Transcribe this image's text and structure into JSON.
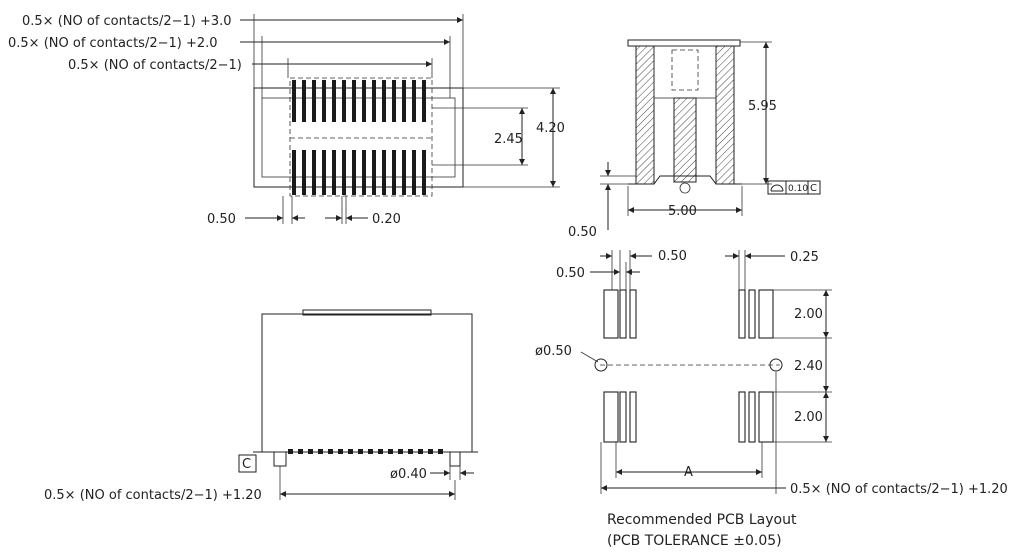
{
  "top_view": {
    "dim_pitch_plus3": "0.5× (NO of contacts/2−1) +3.0",
    "dim_pitch_plus2": "0.5× (NO of contacts/2−1) +2.0",
    "dim_pitch": "0.5× (NO of contacts/2−1)",
    "dim_inner_height": "2.45",
    "dim_outer_height": "4.20",
    "dim_pin_pitch": "0.50",
    "dim_pin_width": "0.20"
  },
  "side_view": {
    "dim_height": "5.95",
    "dim_width": "5.00",
    "dim_standoff": "0.50",
    "flatness_tolerance": "0.10",
    "flatness_datum": "C"
  },
  "front_view": {
    "datum_label": "C",
    "dim_post_diameter": "ø0.40",
    "dim_post_span": "0.5× (NO of contacts/2−1) +1.20"
  },
  "pcb_layout": {
    "dim_pad_pitch": "0.50",
    "dim_pad_gap": "0.50",
    "dim_pad_width": "0.25",
    "dim_hole_diameter": "ø0.50",
    "dim_pad_length_top": "2.00",
    "dim_row_spacing": "2.40",
    "dim_pad_length_bottom": "2.00",
    "dim_a": "A",
    "dim_overall": "0.5× (NO of contacts/2−1) +1.20",
    "caption_line1": "Recommended PCB Layout",
    "caption_line2": "(PCB TOLERANCE ±0.05)"
  }
}
